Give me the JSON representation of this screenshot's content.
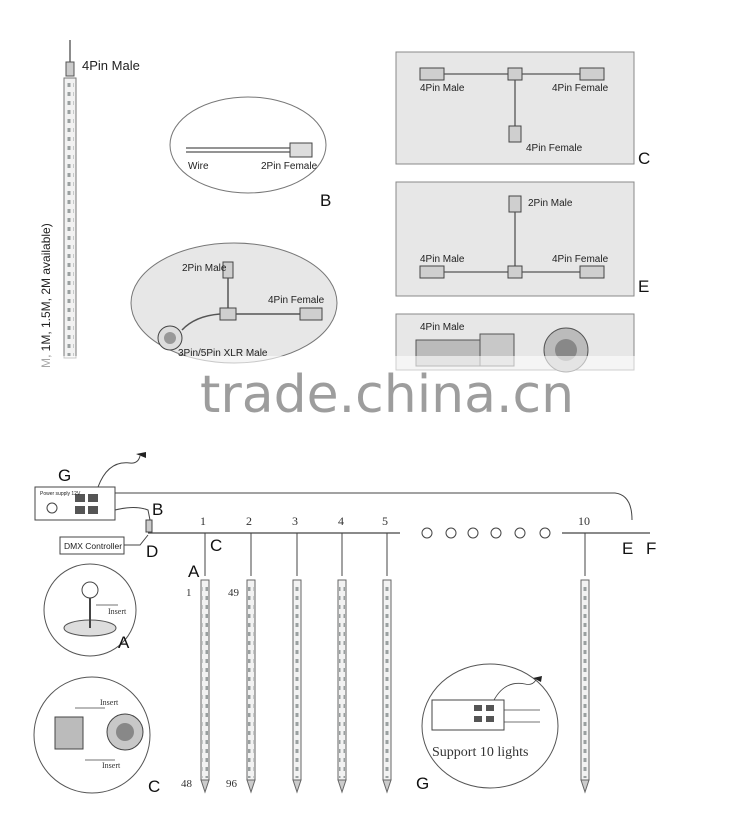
{
  "tube": {
    "top_label": "4Pin Male",
    "length_label": "M, 1M, 1.5M, 2M available)"
  },
  "panel_b": {
    "wire_label": "Wire",
    "connector_label": "2Pin Female",
    "letter": "B"
  },
  "panel_d": {
    "top_label": "2Pin Male",
    "right_label": "4Pin Female",
    "bottom_label": "3Pin/5Pin XLR Male"
  },
  "panel_c": {
    "left_label": "4Pin Male",
    "right_label": "4Pin Female",
    "bottom_label": "4Pin Female",
    "letter": "C"
  },
  "panel_e": {
    "top_label": "2Pin Male",
    "left_label": "4Pin Male",
    "right_label": "4Pin Female",
    "letter": "E"
  },
  "panel_f": {
    "label": "4Pin Male"
  },
  "watermark": "trade.china.cn",
  "wiring": {
    "power_box_letter": "G",
    "power_box_text": "Power supply 12V",
    "dmx_label": "DMX Controller",
    "b": "B",
    "d": "D",
    "a": "A",
    "c": "C",
    "e": "E",
    "f": "F",
    "tube_numbers": [
      "1",
      "2",
      "3",
      "4",
      "5"
    ],
    "last_tube_number": "10",
    "led_index": {
      "first_top": "1",
      "first_bottom": "48",
      "second_top": "49",
      "second_bottom": "96"
    }
  },
  "detail_a": {
    "insert": "Insert",
    "letter": "A"
  },
  "detail_c": {
    "insert_top": "Insert",
    "insert_bottom": "Insert",
    "letter": "C"
  },
  "detail_g": {
    "support_text": "Support 10 lights",
    "letter": "G"
  }
}
